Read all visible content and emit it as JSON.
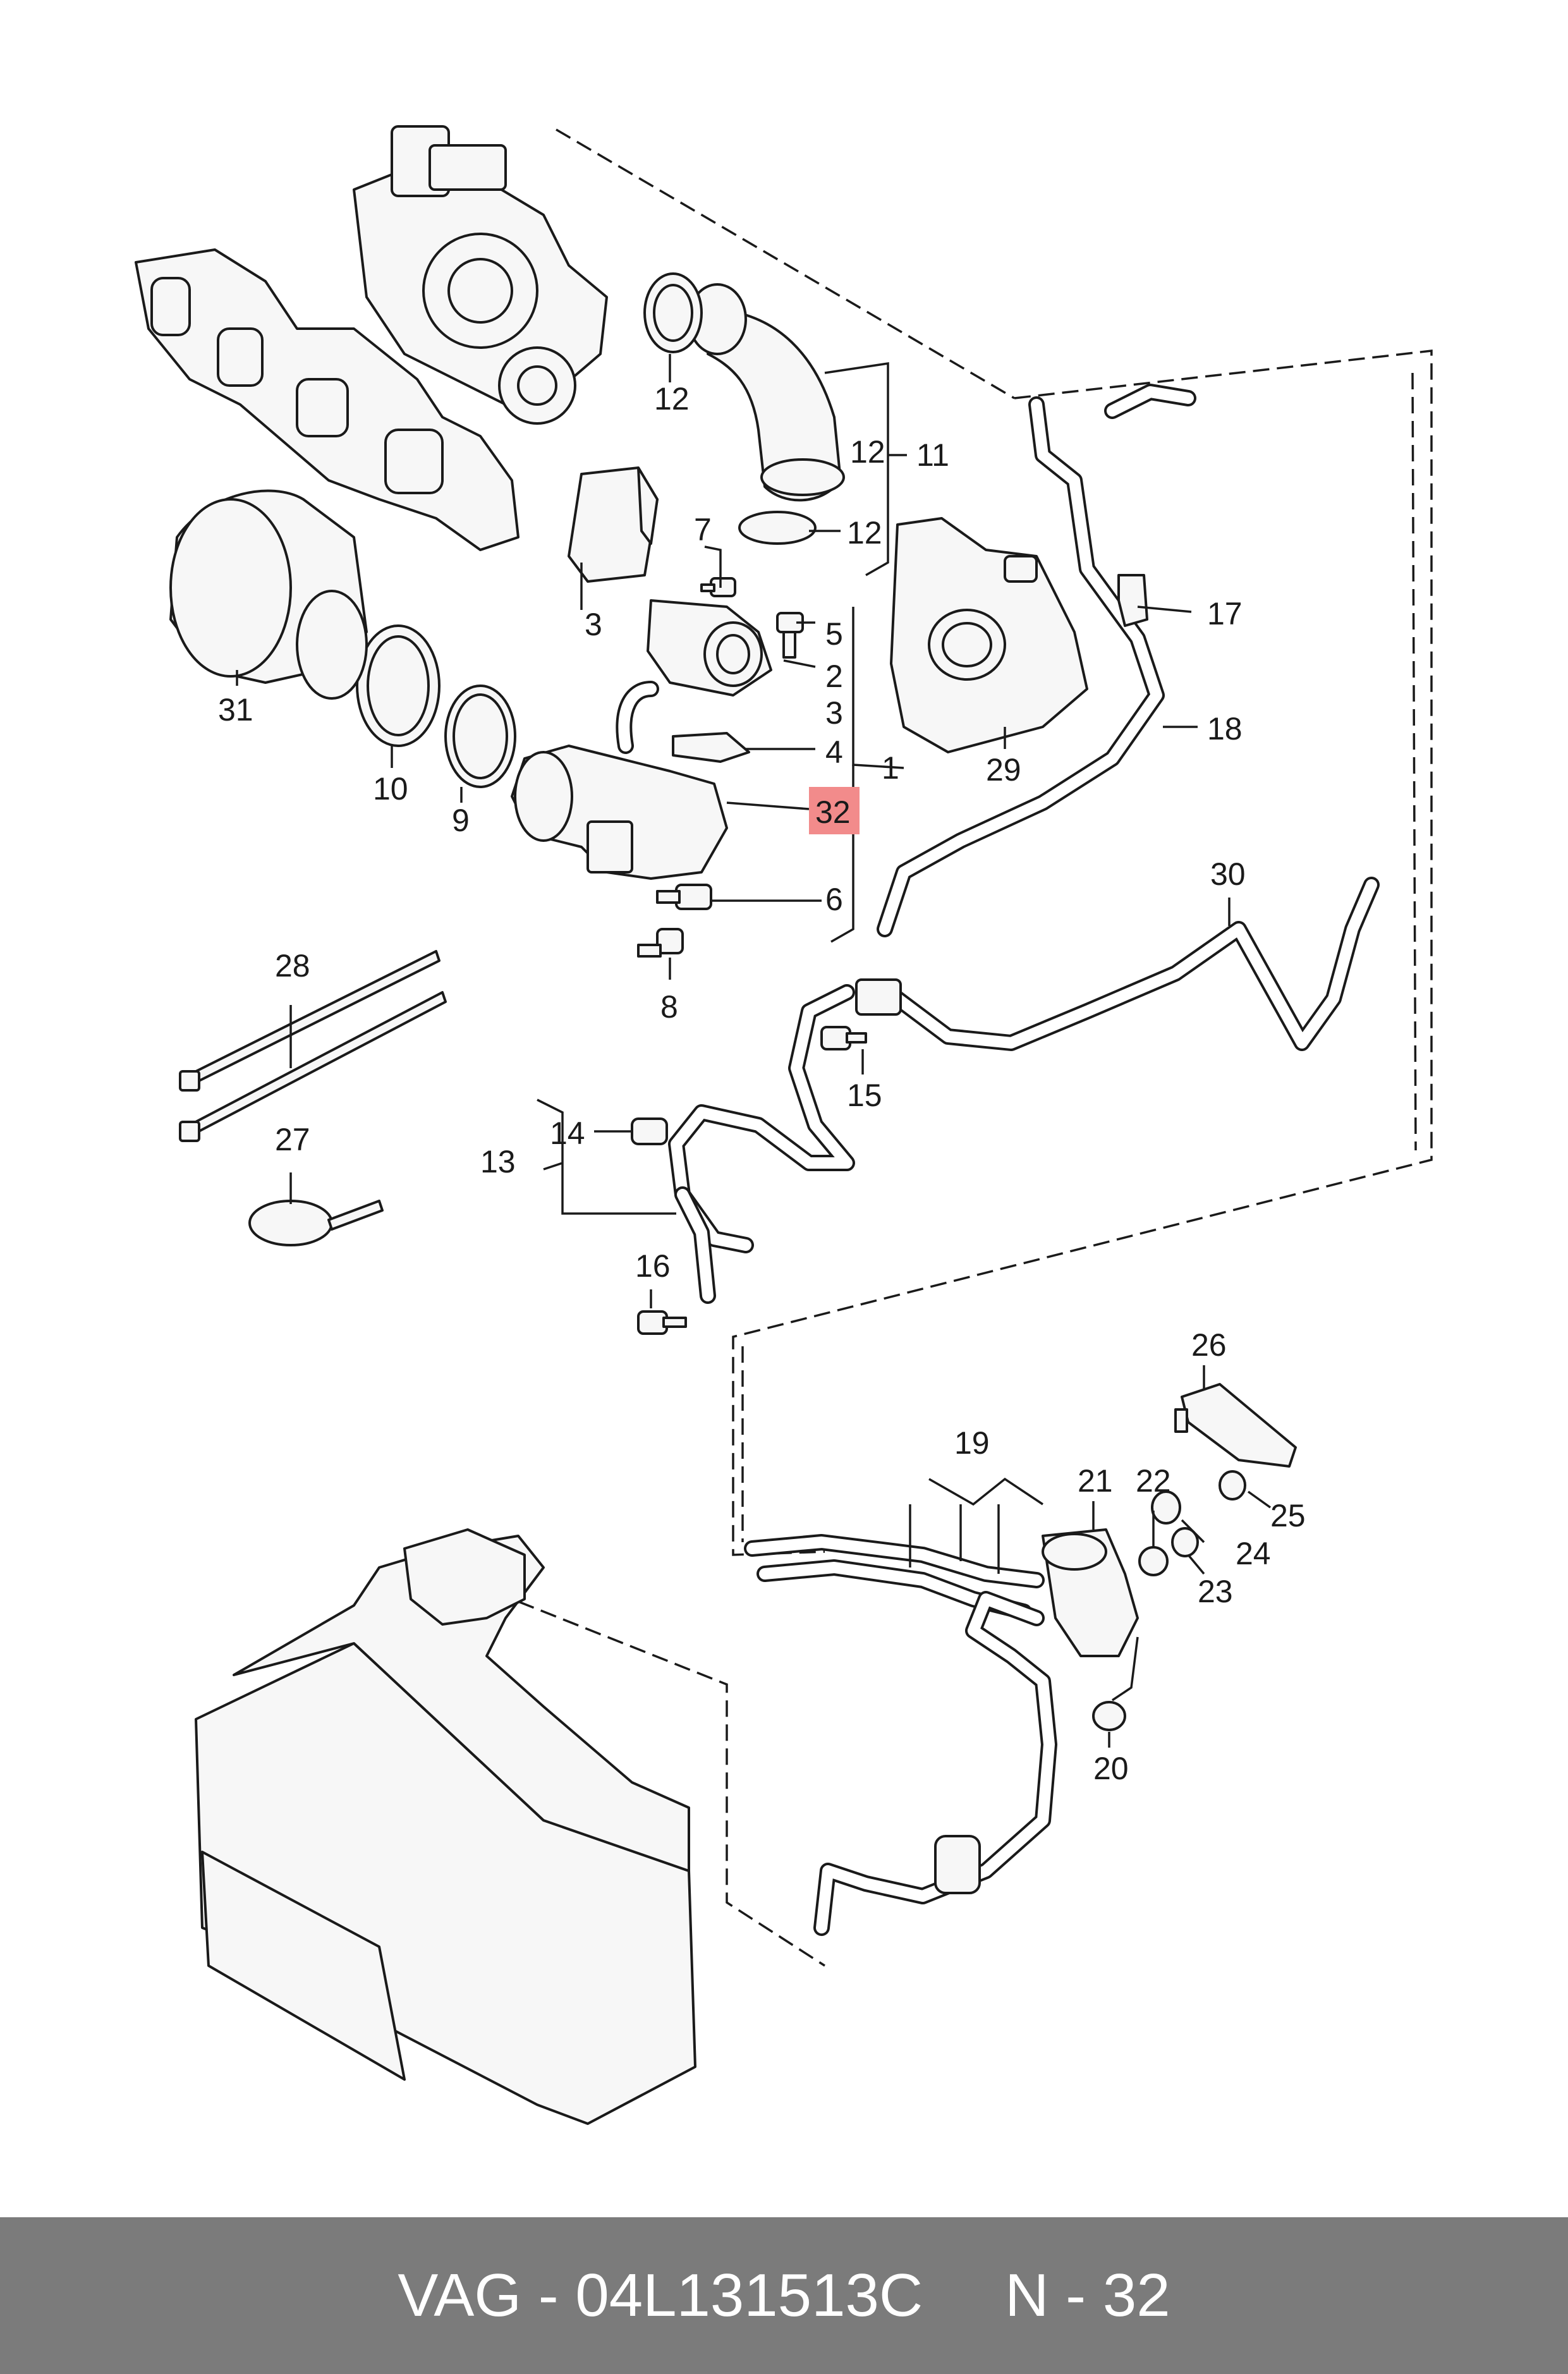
{
  "diagram": {
    "highlight_color": "#f28b8b",
    "callouts": {
      "c1": "1",
      "c2": "2",
      "c3a": "3",
      "c3b": "3",
      "c4": "4",
      "c5": "5",
      "c6": "6",
      "c7": "7",
      "c8": "8",
      "c9": "9",
      "c10": "10",
      "c11": "11",
      "c12a": "12",
      "c12b": "12",
      "c12c": "12",
      "c13": "13",
      "c14": "14",
      "c15": "15",
      "c16": "16",
      "c17": "17",
      "c18": "18",
      "c19": "19",
      "c20": "20",
      "c21": "21",
      "c22": "22",
      "c23": "23",
      "c24": "24",
      "c25": "25",
      "c26": "26",
      "c27": "27",
      "c28": "28",
      "c29": "29",
      "c30": "30",
      "c31": "31",
      "c32": "32"
    }
  },
  "footer": {
    "part_number": "VAG - 04L131513C",
    "position_label": "N - 32",
    "background": "#7b7b7b",
    "text_color": "#ffffff"
  }
}
